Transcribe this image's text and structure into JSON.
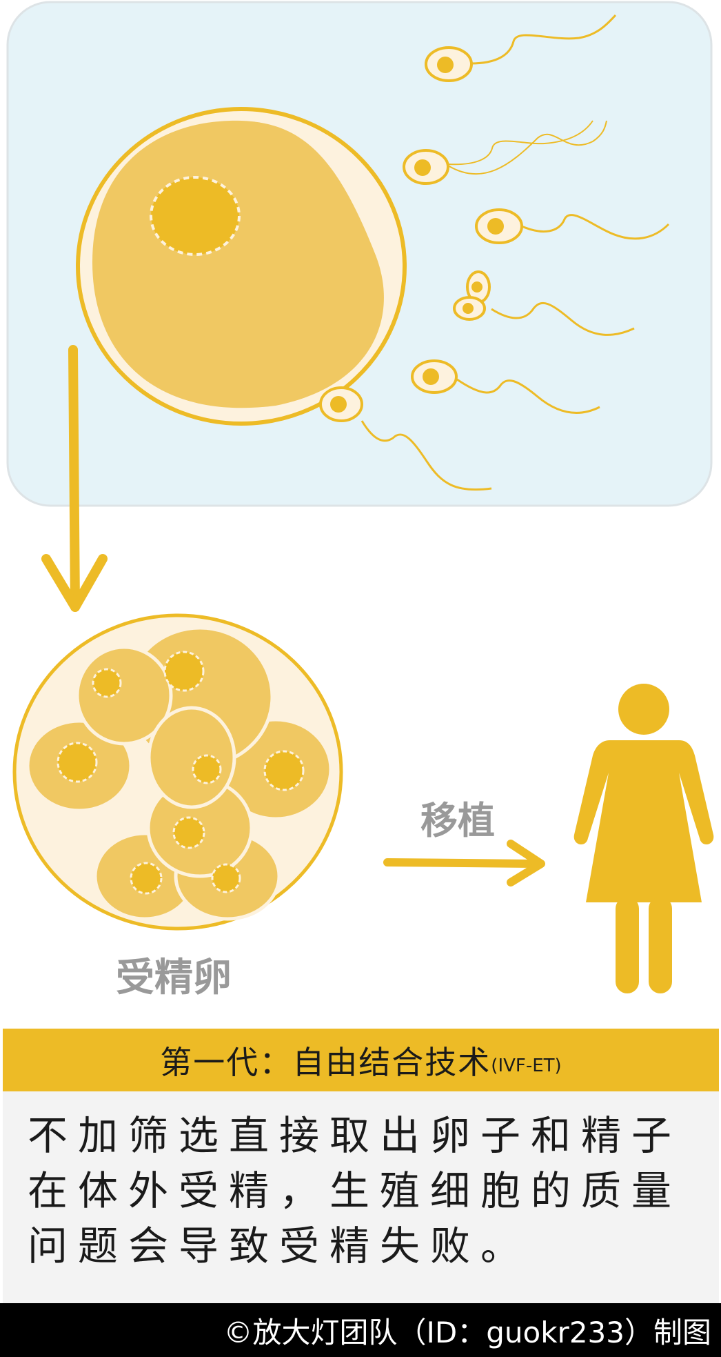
{
  "labels": {
    "zygote": "受精卵",
    "transplant": "移植"
  },
  "band": {
    "title": "第一代：自由结合技术",
    "subtitle": "(IVF-ET)"
  },
  "description": "不加筛选直接取出卵子和精子在体外受精，生殖细胞的质量问题会导致受精失败。",
  "footer": "©放大灯团队（ID：guokr233）制图",
  "colors": {
    "panel": "#E5F3F8",
    "accent": "#EDBB26",
    "cytoplasm": "#F0C862",
    "membrane": "#FDF2DE",
    "label_gray": "#999999",
    "footer_bg": "#000000"
  }
}
